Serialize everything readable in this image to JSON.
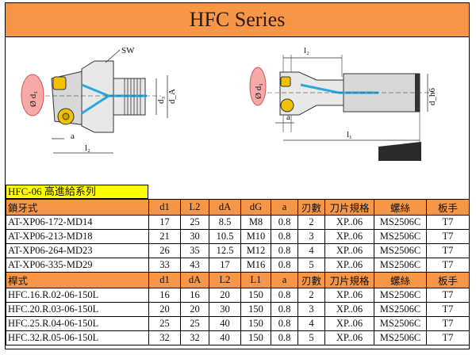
{
  "title": "HFC Series",
  "drawing": {
    "left_labels": {
      "sw": "SW",
      "d1": "Ø d₁",
      "d3": "d₃",
      "dA": "d_A",
      "a": "a",
      "l2": "l₂"
    },
    "right_labels": {
      "l2": "l₂",
      "a": "a",
      "d1": "Ø d₁",
      "dh6": "d_h6",
      "l1": "l₁"
    }
  },
  "series_label": "HFC-06 高進給系列",
  "headers": {
    "screw": [
      "鎖牙式",
      "d1",
      "L2",
      "dA",
      "dG",
      "a",
      "刃數",
      "刀片規格",
      "螺絲",
      "板手"
    ],
    "shank": [
      "桿式",
      "d1",
      "dA",
      "L2",
      "L1",
      "a",
      "刃數",
      "刀片規格",
      "螺絲",
      "板手"
    ]
  },
  "screw_rows": [
    [
      "AT-XP06-172-MD14",
      "17",
      "25",
      "8.5",
      "M8",
      "0.8",
      "2",
      "XP..06",
      "MS2506C",
      "T7"
    ],
    [
      "AT-XP06-213-MD18",
      "21",
      "30",
      "10.5",
      "M10",
      "0.8",
      "3",
      "XP..06",
      "MS2506C",
      "T7"
    ],
    [
      "AT-XP06-264-MD23",
      "26",
      "35",
      "12.5",
      "M12",
      "0.8",
      "4",
      "XP..06",
      "MS2506C",
      "T7"
    ],
    [
      "AT-XP06-335-MD29",
      "33",
      "43",
      "17",
      "M16",
      "0.8",
      "5",
      "XP..06",
      "MS2506C",
      "T7"
    ]
  ],
  "shank_rows": [
    [
      "HFC.16.R.02-06-150L",
      "16",
      "16",
      "20",
      "150",
      "0.8",
      "2",
      "XP..06",
      "MS2506C",
      "T7"
    ],
    [
      "HFC.20.R.03-06-150L",
      "20",
      "20",
      "30",
      "150",
      "0.8",
      "3",
      "XP..06",
      "MS2506C",
      "T7"
    ],
    [
      "HFC.25.R.04-06-150L",
      "25",
      "25",
      "40",
      "150",
      "0.8",
      "4",
      "XP..06",
      "MS2506C",
      "T7"
    ],
    [
      "HFC.32.R.05-06-150L",
      "32",
      "32",
      "40",
      "150",
      "0.8",
      "5",
      "XP..06",
      "MS2506C",
      "T7"
    ]
  ],
  "colors": {
    "header": "#f79646",
    "series_label": "#ffff00",
    "coolant": "#29a8e0",
    "insert": "#f2c200"
  }
}
